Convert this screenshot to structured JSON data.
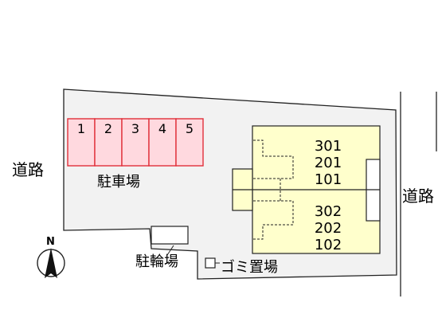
{
  "labels": {
    "road_left": "道路",
    "road_right": "道路",
    "parking": "駐車場",
    "bicycle_parking": "駐輪場",
    "garbage": "ゴミ置場",
    "north": "N"
  },
  "parking_spaces": [
    "1",
    "2",
    "3",
    "4",
    "5"
  ],
  "building": {
    "upper_units": [
      "301",
      "201",
      "101"
    ],
    "lower_units": [
      "302",
      "202",
      "102"
    ]
  },
  "colors": {
    "lot": "#f2f2f2",
    "building": "#ffffcc",
    "parking_fill": "#ffd9df",
    "parking_stroke": "#e0303a",
    "line": "#222222"
  }
}
